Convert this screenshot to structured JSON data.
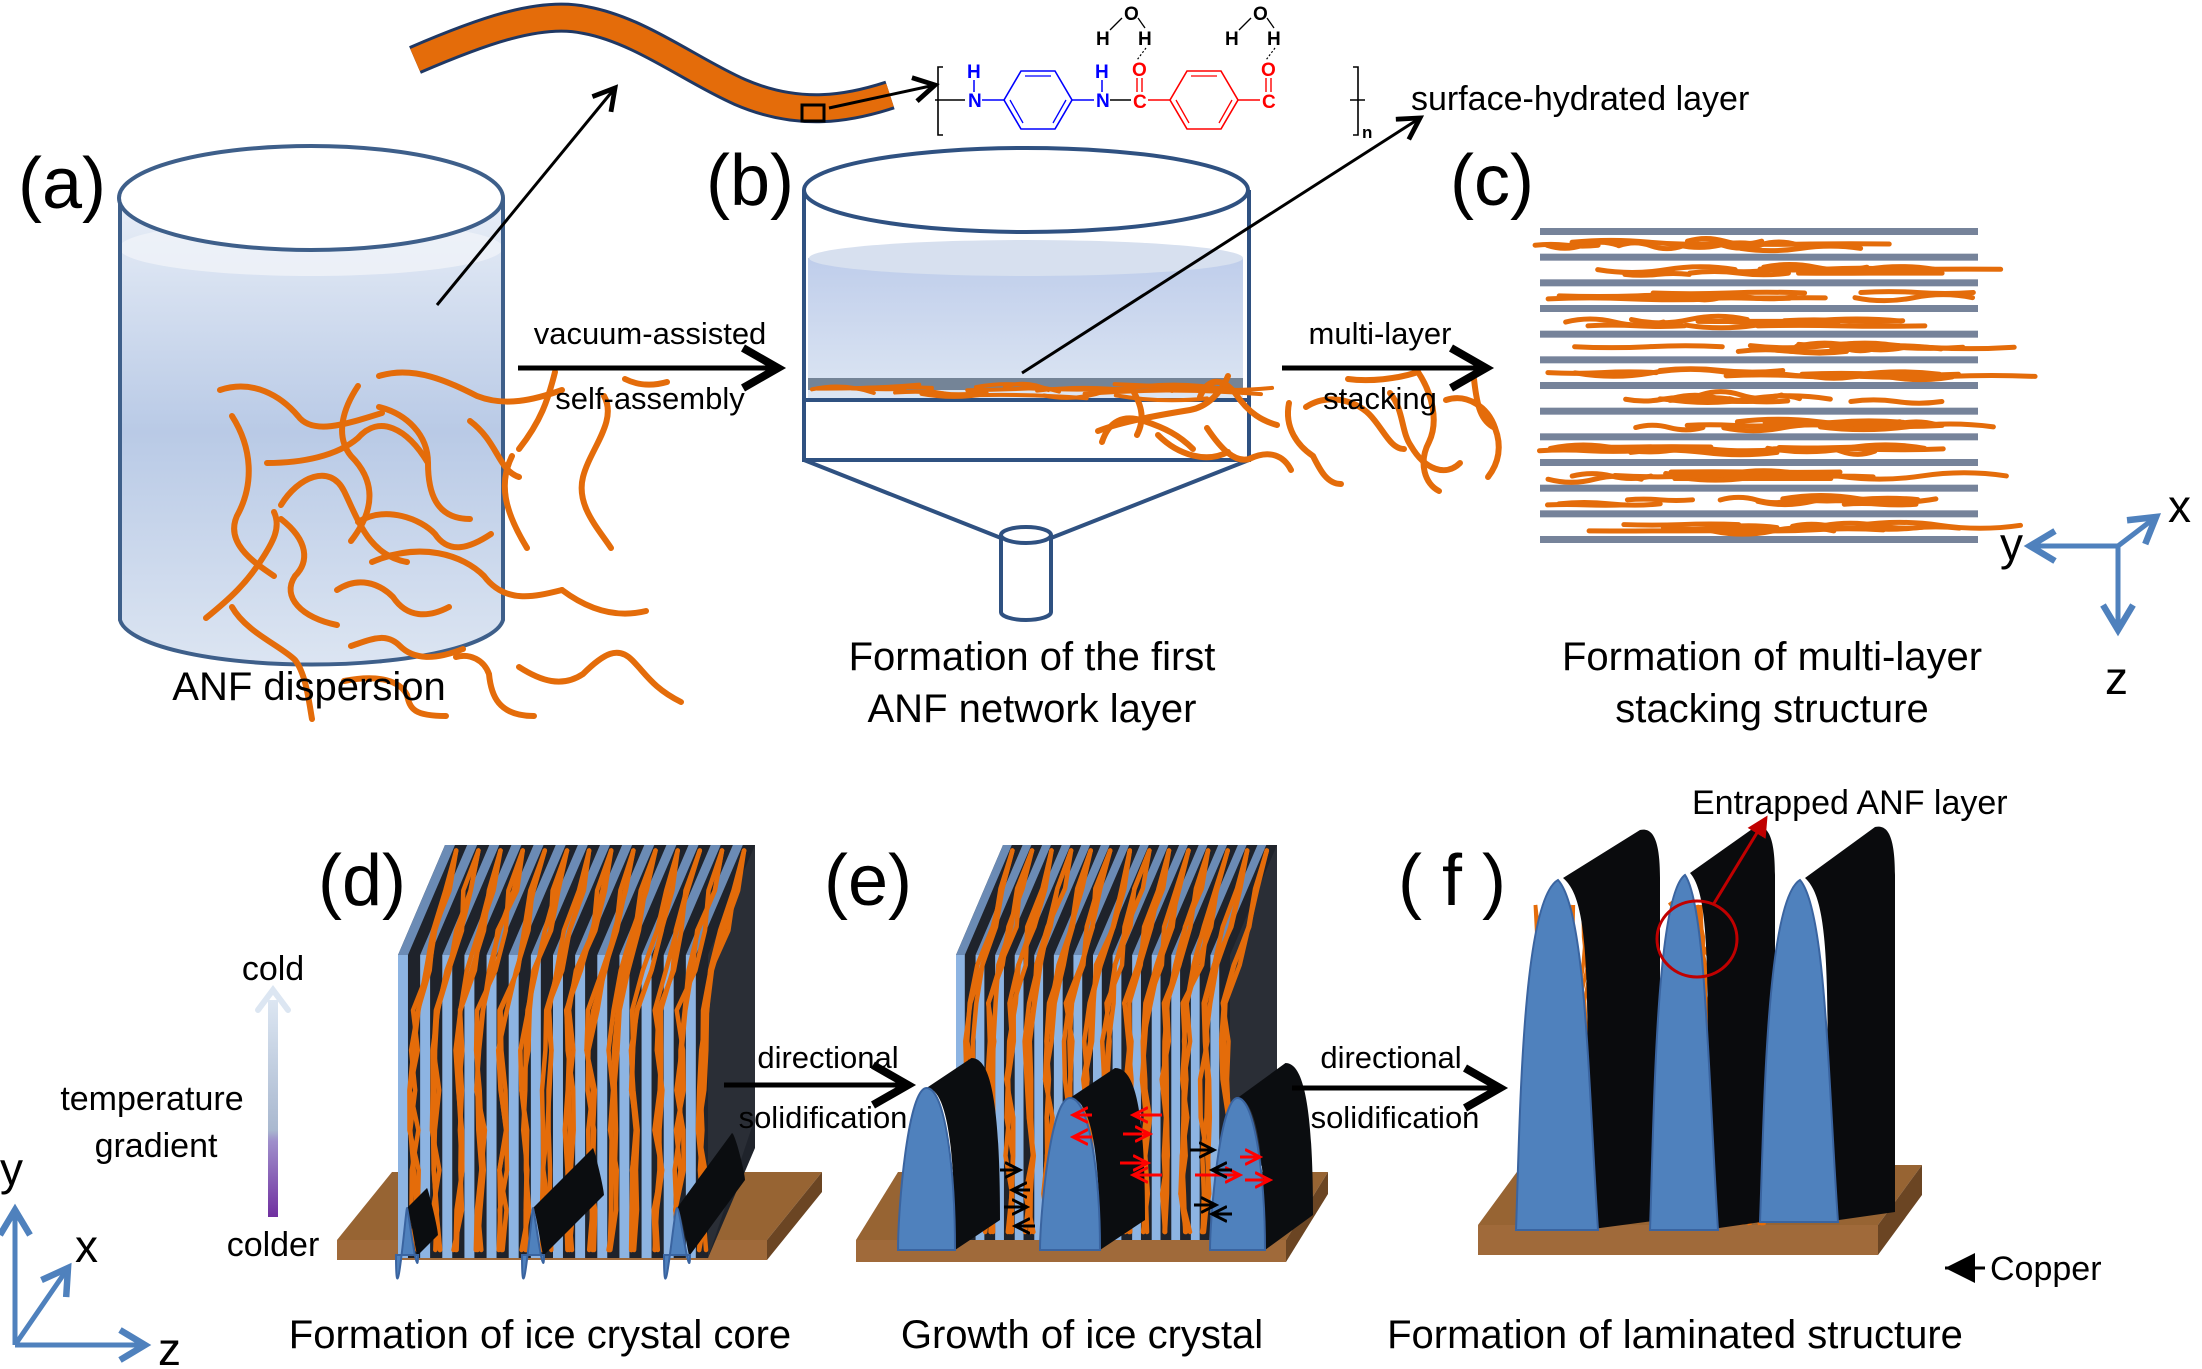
{
  "figure": {
    "panels": {
      "a": {
        "label": "(a)",
        "caption": "ANF dispersion"
      },
      "b": {
        "label": "(b)",
        "caption_line1": "Formation of the first",
        "caption_line2": "ANF network layer"
      },
      "c": {
        "label": "(c)",
        "caption_line1": "Formation of multi-layer",
        "caption_line2": "stacking structure"
      },
      "d": {
        "label": "(d)",
        "caption": "Formation of ice crystal core"
      },
      "e": {
        "label": "(e)",
        "caption": "Growth of ice crystal"
      },
      "f": {
        "label": "( f )",
        "caption": "Formation of laminated structure"
      }
    },
    "steps": {
      "a_to_b": {
        "top": "vacuum-assisted",
        "bottom": "self-assembly"
      },
      "b_to_c": {
        "top": "multi-layer",
        "bottom": "stacking"
      },
      "d_to_e": {
        "top": "directional",
        "bottom": "solidification"
      },
      "e_to_f": {
        "top": "directional",
        "bottom": "solidification"
      }
    },
    "annotations": {
      "surface_layer": "surface-hydrated layer",
      "entrapped": "Entrapped ANF layer",
      "copper": "Copper",
      "cold": "cold",
      "colder": "colder",
      "gradient_line1": "temperature",
      "gradient_line2": "gradient"
    },
    "axes_top": {
      "x": "x",
      "y": "y",
      "z": "z"
    },
    "axes_bottom": {
      "x": "x",
      "y": "y",
      "z": "z"
    },
    "chemistry": {
      "H": "H",
      "O": "O",
      "N": "N",
      "C": "C",
      "n": "n"
    },
    "colors": {
      "fiber": "#E46C0A",
      "liquid": "#B8CCE4",
      "outline": "#2F5181",
      "ice_light": "#8DB4E2",
      "ice_crystal": "#4F81BD",
      "dark_face": "#1F232B",
      "copper_top": "#976433",
      "copper_side": "#6B4523",
      "stack_sheet": "#76839A",
      "amine_blue": "#0000FF",
      "carbonyl_red": "#FF0000",
      "red_arrow": "#FF0000",
      "gradient_cold": "#DCE6F2",
      "gradient_colder": "#7030A0"
    }
  }
}
